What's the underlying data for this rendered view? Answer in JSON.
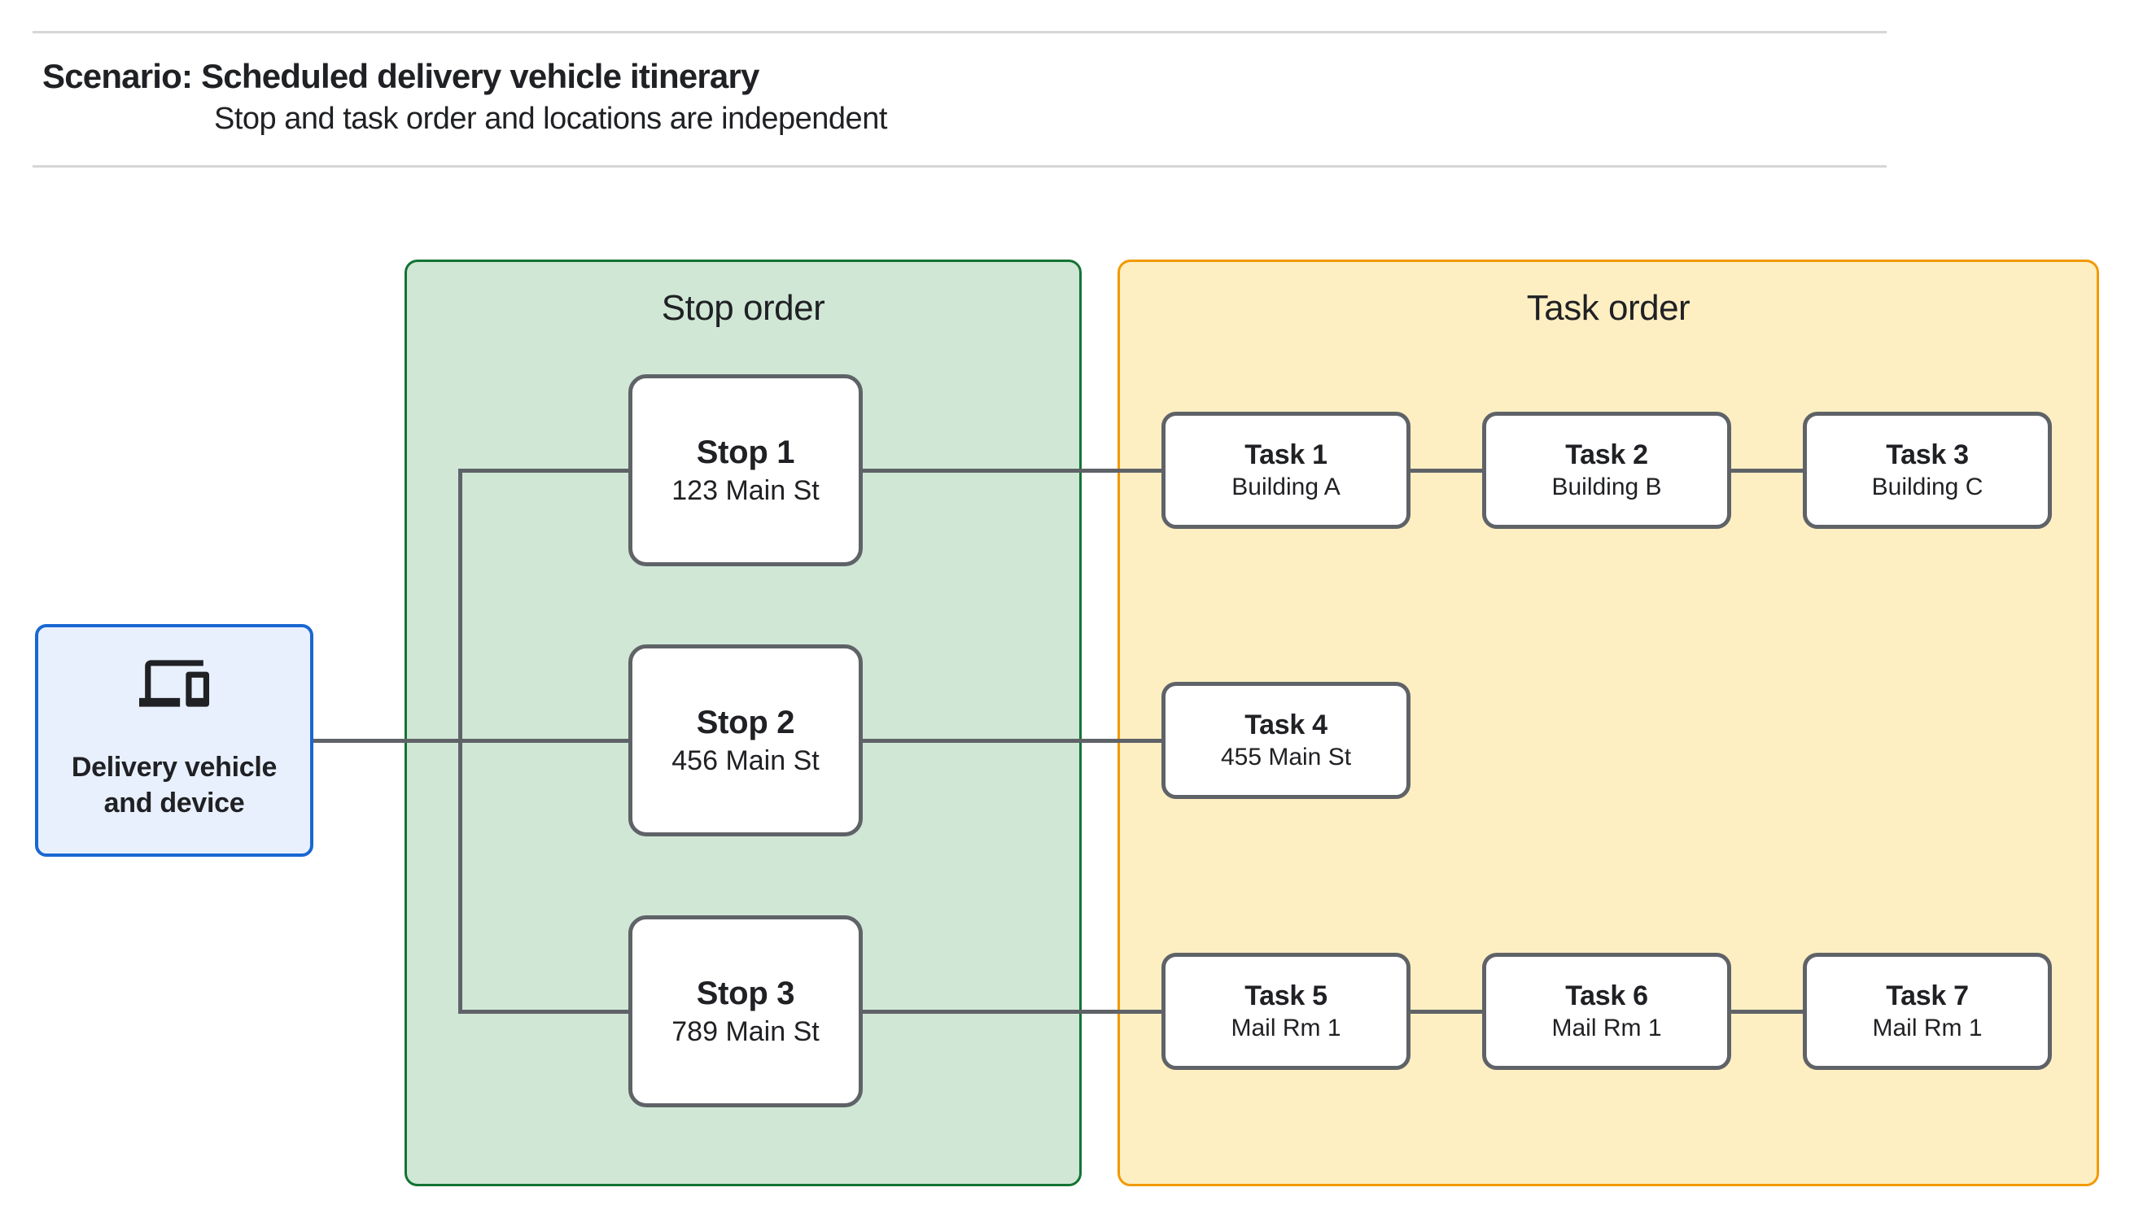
{
  "header": {
    "title": "Scenario: Scheduled delivery vehicle itinerary",
    "subtitle": "Stop and task order and locations are independent"
  },
  "source": {
    "icon": "devices-icon",
    "label": "Delivery vehicle and device"
  },
  "panels": {
    "stop_order": {
      "title": "Stop order"
    },
    "task_order": {
      "title": "Task order"
    }
  },
  "stops": [
    {
      "label": "Stop 1",
      "sublabel": "123 Main St"
    },
    {
      "label": "Stop 2",
      "sublabel": "456 Main St"
    },
    {
      "label": "Stop 3",
      "sublabel": "789 Main St"
    }
  ],
  "tasks": [
    {
      "label": "Task 1",
      "sublabel": "Building A"
    },
    {
      "label": "Task 2",
      "sublabel": "Building B"
    },
    {
      "label": "Task 3",
      "sublabel": "Building C"
    },
    {
      "label": "Task 4",
      "sublabel": "455 Main St"
    },
    {
      "label": "Task 5",
      "sublabel": "Mail Rm 1"
    },
    {
      "label": "Task 6",
      "sublabel": "Mail Rm 1"
    },
    {
      "label": "Task 7",
      "sublabel": "Mail Rm 1"
    }
  ],
  "colors": {
    "vehicle_fill": "#e8f0fe",
    "vehicle_border": "#1967d2",
    "stop_panel_fill": "#d0e7d6",
    "stop_panel_border": "#137333",
    "task_panel_fill": "#feefc3",
    "task_panel_border": "#f29900",
    "node_border": "#5f6368",
    "connector": "#5f6368",
    "text": "#202124",
    "header_rule": "#d6d6d6"
  }
}
